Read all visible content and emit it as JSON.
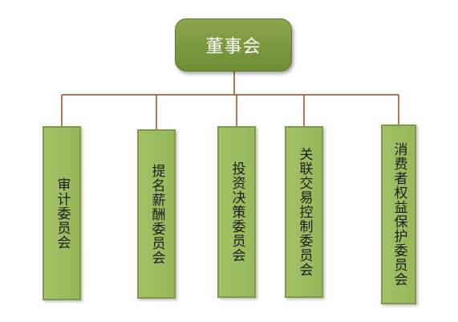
{
  "root": {
    "label": "董事会"
  },
  "committees": [
    {
      "label": "审计委员会"
    },
    {
      "label": "提名薪酬委员会"
    },
    {
      "label": "投资决策委员会"
    },
    {
      "label": "关联交易控制委员会"
    },
    {
      "label": "消费者权益保护委员会"
    }
  ],
  "colors": {
    "root_fill": "#7a9a3f",
    "child_fill": "#9bbb59",
    "connector": "#9b4a20"
  }
}
